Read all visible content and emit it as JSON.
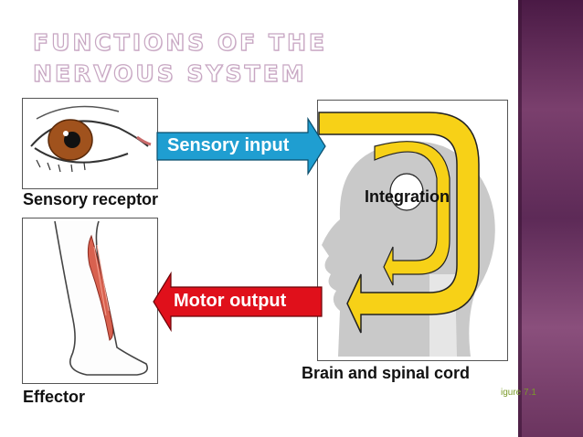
{
  "slide": {
    "title": "Functions of the Nervous System",
    "figure_ref": "igure 7.1"
  },
  "diagram": {
    "sensory_receptor_label": "Sensory receptor",
    "effector_label": "Effector",
    "brain_label": "Brain and spinal cord",
    "sensory_input_label": "Sensory input",
    "motor_output_label": "Motor output",
    "integration_label": "Integration"
  },
  "colors": {
    "sensory_arrow": "#1f9ed1",
    "motor_arrow": "#e0101b",
    "integration_arrow": "#f7d117",
    "sidebar": "#6b345f"
  }
}
